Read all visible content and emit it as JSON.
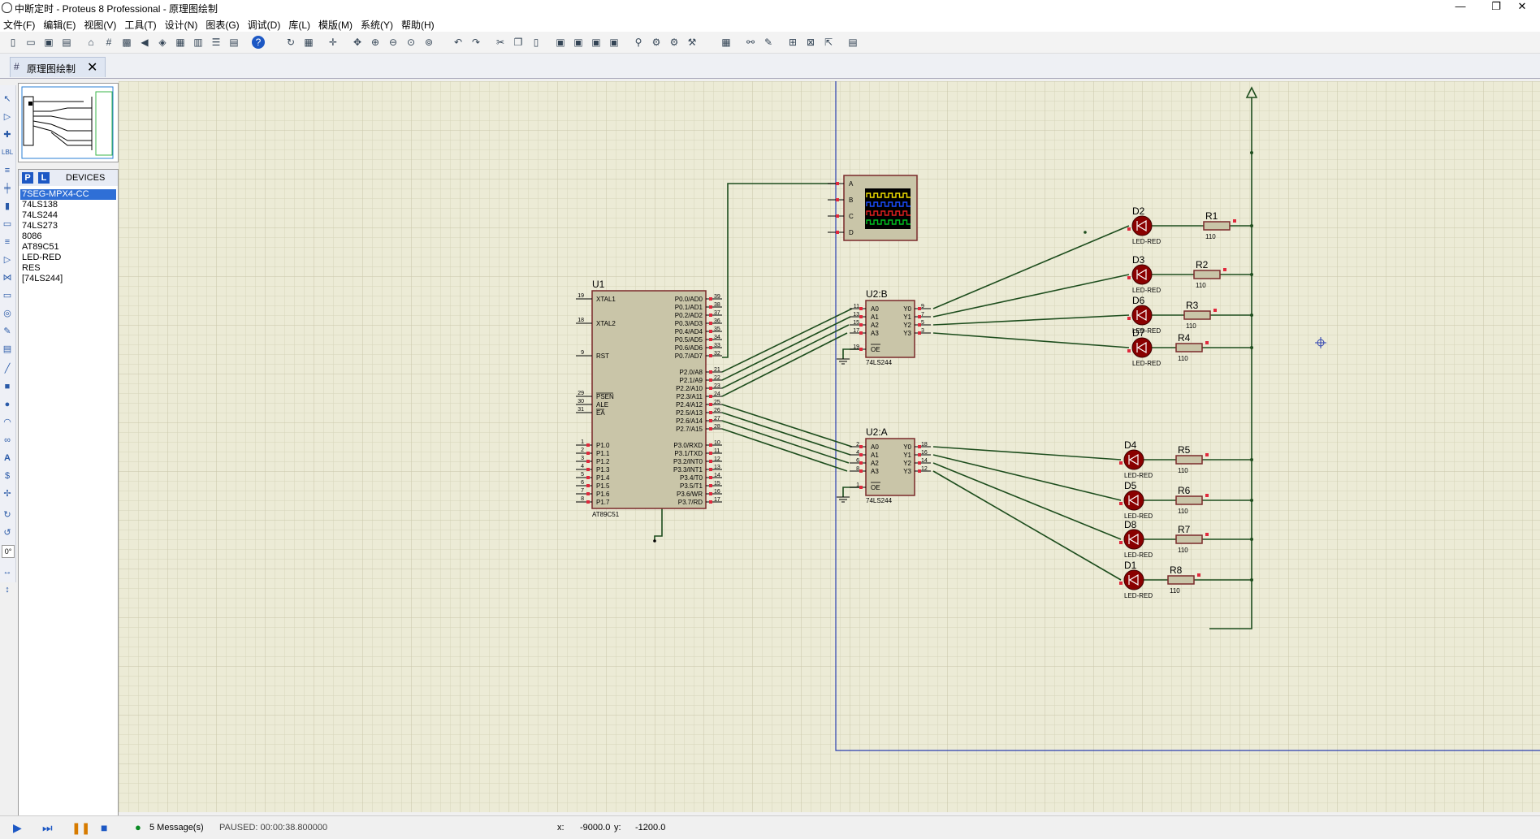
{
  "window": {
    "title": "中断定时 - Proteus 8 Professional - 原理图绘制",
    "minimize": "—",
    "restore": "❐",
    "close": "✕"
  },
  "menu": [
    "文件(F)",
    "编辑(E)",
    "视图(V)",
    "工具(T)",
    "设计(N)",
    "图表(G)",
    "调试(D)",
    "库(L)",
    "模版(M)",
    "系统(Y)",
    "帮助(H)"
  ],
  "tab": {
    "label": "原理图绘制",
    "close": "✕"
  },
  "devices": {
    "p_button": "P",
    "l_button": "L",
    "header": "DEVICES",
    "items": [
      "7SEG-MPX4-CC",
      "74LS138",
      "74LS244",
      "74LS273",
      "8086",
      "AT89C51",
      "LED-RED",
      "RES",
      "[74LS244]"
    ],
    "selected": 0
  },
  "schematic": {
    "u1": {
      "ref": "U1",
      "part": "AT89C51",
      "left_pins": [
        {
          "num": "19",
          "name": "XTAL1"
        },
        {
          "num": "18",
          "name": "XTAL2"
        },
        {
          "num": "9",
          "name": "RST"
        },
        {
          "num": "29",
          "name": "PSEN"
        },
        {
          "num": "30",
          "name": "ALE"
        },
        {
          "num": "31",
          "name": "EA"
        },
        {
          "num": "1",
          "name": "P1.0"
        },
        {
          "num": "2",
          "name": "P1.1"
        },
        {
          "num": "3",
          "name": "P1.2"
        },
        {
          "num": "4",
          "name": "P1.3"
        },
        {
          "num": "5",
          "name": "P1.4"
        },
        {
          "num": "6",
          "name": "P1.5"
        },
        {
          "num": "7",
          "name": "P1.6"
        },
        {
          "num": "8",
          "name": "P1.7"
        }
      ],
      "right_pins": [
        {
          "num": "39",
          "name": "P0.0/AD0"
        },
        {
          "num": "38",
          "name": "P0.1/AD1"
        },
        {
          "num": "37",
          "name": "P0.2/AD2"
        },
        {
          "num": "36",
          "name": "P0.3/AD3"
        },
        {
          "num": "35",
          "name": "P0.4/AD4"
        },
        {
          "num": "34",
          "name": "P0.5/AD5"
        },
        {
          "num": "33",
          "name": "P0.6/AD6"
        },
        {
          "num": "32",
          "name": "P0.7/AD7"
        },
        {
          "num": "21",
          "name": "P2.0/A8"
        },
        {
          "num": "22",
          "name": "P2.1/A9"
        },
        {
          "num": "23",
          "name": "P2.2/A10"
        },
        {
          "num": "24",
          "name": "P2.3/A11"
        },
        {
          "num": "25",
          "name": "P2.4/A12"
        },
        {
          "num": "26",
          "name": "P2.5/A13"
        },
        {
          "num": "27",
          "name": "P2.6/A14"
        },
        {
          "num": "28",
          "name": "P2.7/A15"
        },
        {
          "num": "10",
          "name": "P3.0/RXD"
        },
        {
          "num": "11",
          "name": "P3.1/TXD"
        },
        {
          "num": "12",
          "name": "P3.2/INT0"
        },
        {
          "num": "13",
          "name": "P3.3/INT1"
        },
        {
          "num": "14",
          "name": "P3.4/T0"
        },
        {
          "num": "15",
          "name": "P3.5/T1"
        },
        {
          "num": "16",
          "name": "P3.6/WR"
        },
        {
          "num": "17",
          "name": "P3.7/RD"
        }
      ]
    },
    "u2b": {
      "ref": "U2:B",
      "part": "74LS244",
      "in": [
        {
          "num": "11",
          "name": "A0"
        },
        {
          "num": "13",
          "name": "A1"
        },
        {
          "num": "15",
          "name": "A2"
        },
        {
          "num": "17",
          "name": "A3"
        }
      ],
      "out": [
        {
          "num": "9",
          "name": "Y0"
        },
        {
          "num": "7",
          "name": "Y1"
        },
        {
          "num": "5",
          "name": "Y2"
        },
        {
          "num": "3",
          "name": "Y3"
        }
      ],
      "oe": {
        "num": "19",
        "name": "OE"
      }
    },
    "u2a": {
      "ref": "U2:A",
      "part": "74LS244",
      "in": [
        {
          "num": "2",
          "name": "A0"
        },
        {
          "num": "4",
          "name": "A1"
        },
        {
          "num": "6",
          "name": "A2"
        },
        {
          "num": "8",
          "name": "A3"
        }
      ],
      "out": [
        {
          "num": "18",
          "name": "Y0"
        },
        {
          "num": "16",
          "name": "Y1"
        },
        {
          "num": "14",
          "name": "Y2"
        },
        {
          "num": "12",
          "name": "Y3"
        }
      ],
      "oe": {
        "num": "1",
        "name": "OE"
      }
    },
    "scope": {
      "channels": [
        "A",
        "B",
        "C",
        "D"
      ]
    },
    "leds": [
      "D2",
      "D3",
      "D6",
      "D7",
      "D4",
      "D5",
      "D8",
      "D1"
    ],
    "led_part": "LED-RED",
    "resistors": [
      "R1",
      "R2",
      "R3",
      "R4",
      "R5",
      "R6",
      "R7",
      "R8"
    ],
    "res_value": "110"
  },
  "status": {
    "messages": "5 Message(s)",
    "sim": "PAUSED: 00:00:38.800000",
    "x_label": "x:",
    "x": "-9000.0",
    "y_label": "y:",
    "y": "-1200.0"
  }
}
